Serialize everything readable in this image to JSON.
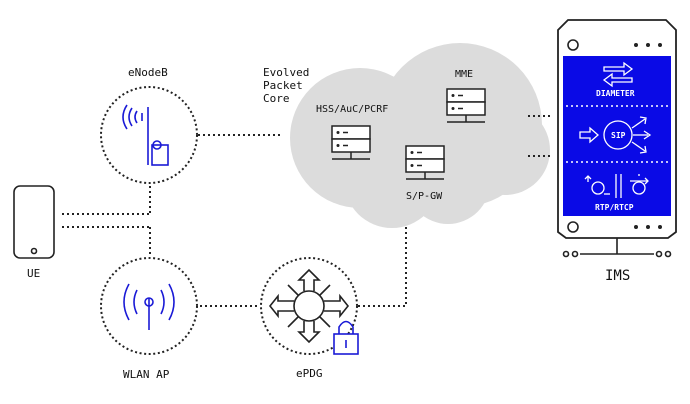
{
  "labels": {
    "enodeb": "eNodeB",
    "epc": [
      "Evolved",
      "Packet",
      "Core"
    ],
    "hss": "HSS/AuC/PCRF",
    "mme": "MME",
    "spgw": "S/P-GW",
    "ue": "UE",
    "wlan": "WLAN AP",
    "epdg": "ePDG",
    "ims": "IMS",
    "diameter": "DIAMETER",
    "sip": "SIP",
    "rtp": "RTP/RTCP"
  },
  "colors": {
    "accent": "#0a0ae6",
    "cloud": "#dcdcdc",
    "line": "#222222"
  },
  "icons": [
    "phone-icon",
    "antenna-icon",
    "wifi-icon",
    "server-icon",
    "router-arrows-icon",
    "padlock-icon",
    "ims-rack-icon"
  ]
}
